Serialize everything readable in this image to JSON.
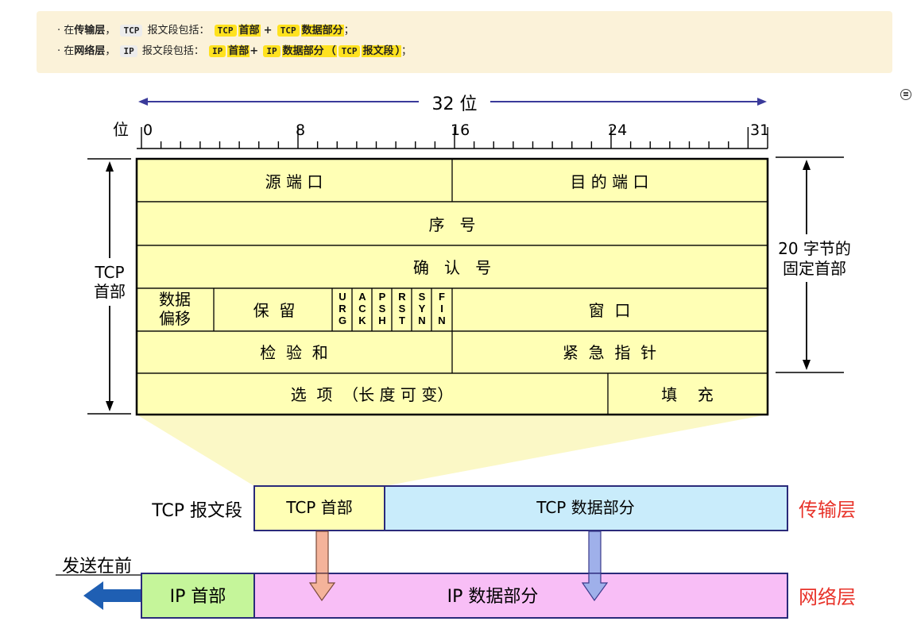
{
  "note": {
    "line1": {
      "bullet": "·",
      "pre": "在",
      "layer": "传输层",
      "comma": "，",
      "code1": "TCP",
      "mid": "报文段包括：",
      "code2": "TCP",
      "part1": "首部",
      "plus": "+",
      "code3": "TCP",
      "part2": "数据部分",
      "end": "；"
    },
    "line2": {
      "bullet": "·",
      "pre": "在",
      "layer": "网络层",
      "comma": "，",
      "code1": "IP",
      "mid": "报文段包括：",
      "code2": "IP",
      "part1": "首部",
      "plus": "+",
      "code3": "IP",
      "part2": "数据部分",
      "paren_open": "（",
      "code4": "TCP",
      "part3": "报文段",
      "paren_close": "）",
      "end": "；"
    }
  },
  "ruler": {
    "title": "32 位",
    "prefix": "位",
    "ticks": [
      "0",
      "8",
      "16",
      "24",
      "31"
    ]
  },
  "header": {
    "left_label": [
      "TCP",
      "首部"
    ],
    "right_label": [
      "20 字节的",
      "固定首部"
    ],
    "source_port": "源 端 口",
    "dest_port": "目 的 端 口",
    "seq": "序   号",
    "ack": "确   认   号",
    "data_offset": [
      "数据",
      "偏移"
    ],
    "reserved": "保  留",
    "flags": [
      [
        "U",
        "R",
        "G"
      ],
      [
        "A",
        "C",
        "K"
      ],
      [
        "P",
        "S",
        "H"
      ],
      [
        "R",
        "S",
        "T"
      ],
      [
        "S",
        "Y",
        "N"
      ],
      [
        "F",
        "I",
        "N"
      ]
    ],
    "window": "窗  口",
    "checksum": "检  验  和",
    "urgent": "紧  急  指  针",
    "options": "选  项  （长 度 可 变）",
    "padding": "填    充"
  },
  "segment": {
    "label": "TCP 报文段",
    "header": "TCP 首部",
    "data": "TCP 数据部分",
    "layer": "传输层"
  },
  "packet": {
    "send_first": "发送在前",
    "header": "IP 首部",
    "data": "IP 数据部分",
    "layer": "网络层"
  },
  "colors": {
    "header_fill": "#ffffb5",
    "tcp_data_fill": "#c9ecfb",
    "ip_header_fill": "#c5f59a",
    "ip_data_fill": "#f8bef6",
    "layer_text": "#e8332a",
    "box_border": "#2a2a7a",
    "arrow_blue": "#1f5fb3"
  }
}
